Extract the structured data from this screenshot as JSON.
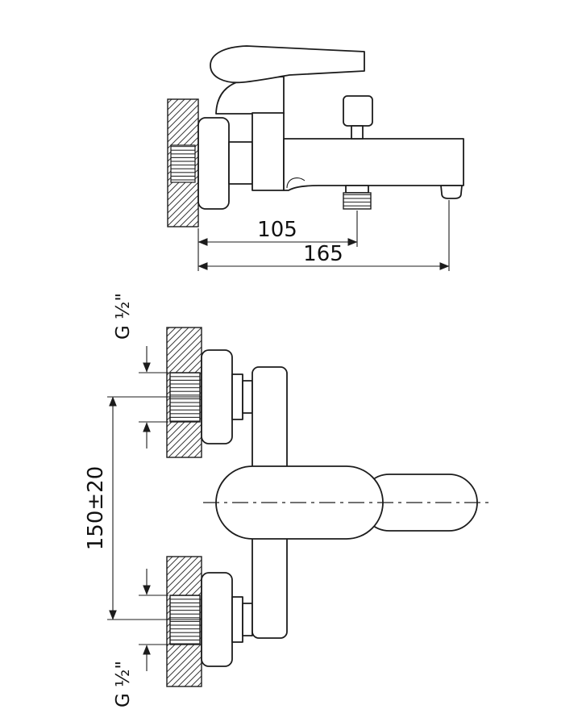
{
  "drawing": {
    "subject": "bath-mixer-wall-mount-dimension-drawing",
    "colors": {
      "line": "#1c1c1c",
      "background": "#ffffff"
    },
    "top_view": {
      "dim_shower_offset": "105",
      "dim_spout_reach": "165"
    },
    "front_view": {
      "dim_connection_spacing": "150±20",
      "thread_label_top": "G ½\"",
      "thread_label_bottom": "G ½\""
    }
  }
}
